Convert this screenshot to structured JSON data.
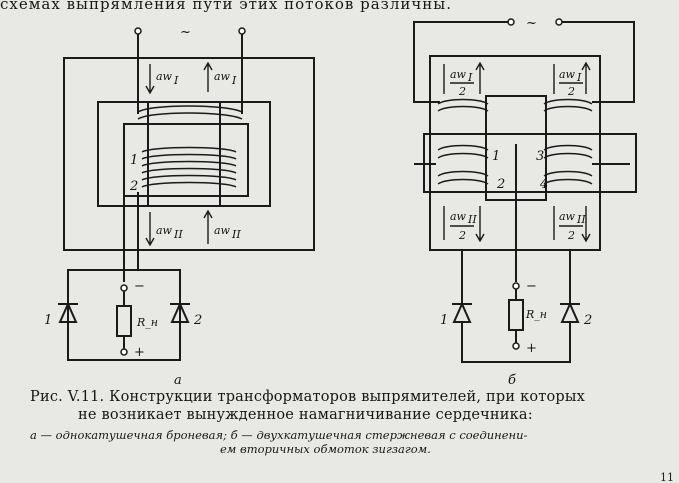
{
  "top_text": "схемах выпрямления пути этих потоков различны.",
  "figure_a": {
    "ac_symbol": "~",
    "flux_upper_left": "aw_I",
    "flux_upper_right": "aw_I",
    "flux_lower_left": "aw_II",
    "flux_lower_right": "aw_II",
    "winding_1": "1",
    "winding_2": "2",
    "diode_1": "1",
    "diode_2": "2",
    "resistor": "R_н",
    "minus": "−",
    "plus": "+",
    "label": "а"
  },
  "figure_b": {
    "ac_symbol": "~",
    "flux_upper": "aw_I / 2",
    "flux_lower": "aw_II / 2",
    "winding_1": "1",
    "winding_2": "2",
    "winding_3": "3",
    "winding_4": "4",
    "diode_1": "1",
    "diode_2": "2",
    "resistor": "R_н",
    "minus": "−",
    "plus": "+",
    "label": "б"
  },
  "caption": {
    "line1": "Рис. V.11. Конструкции трансформаторов выпрямителей, при которых",
    "line2": "не возникает вынужденное намагничивание сердечника:",
    "line3": "а — однокатушечная броневая; б — двухкатушечная стержневая с соединени-",
    "line4": "ем вторичных обмоток зигзагом."
  },
  "page_number": "11"
}
